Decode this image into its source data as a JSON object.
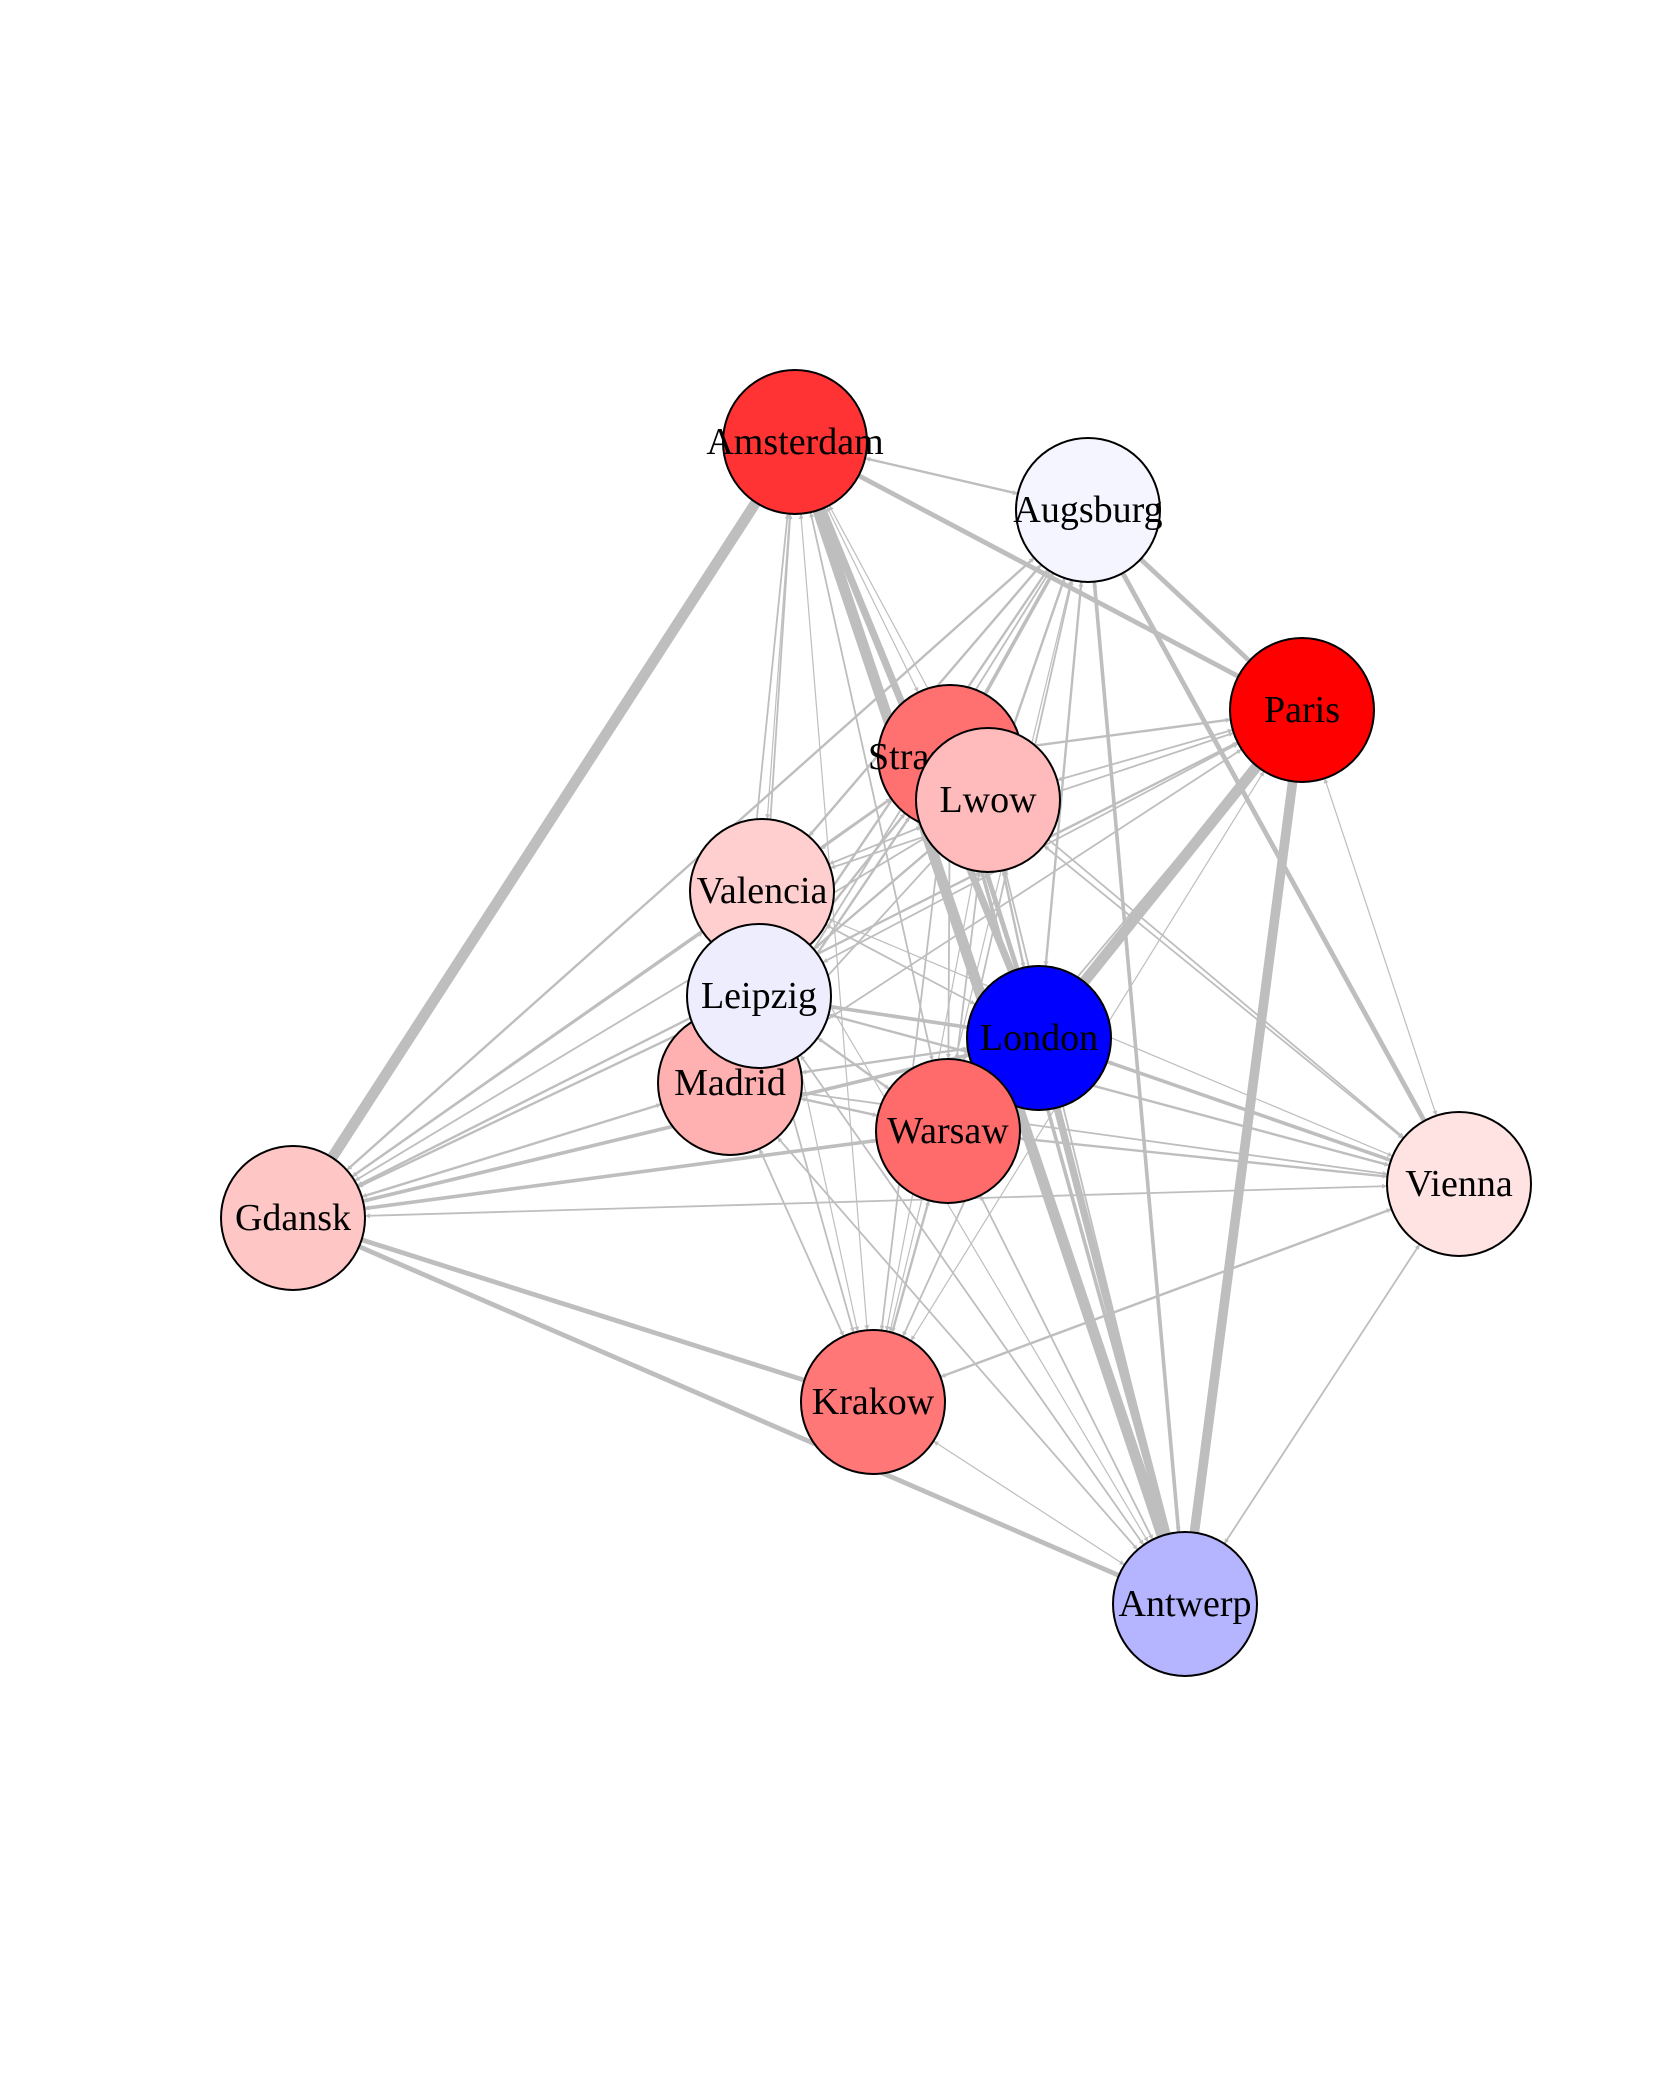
{
  "edge_color": "#bebebe",
  "nodes": [
    {
      "id": "amsterdam",
      "label": "Amsterdam",
      "color": "#ff3333"
    },
    {
      "id": "augsburg",
      "label": "Augsburg",
      "color": "#f5f5ff"
    },
    {
      "id": "paris",
      "label": "Paris",
      "color": "#ff0000"
    },
    {
      "id": "strasbourg",
      "label": "Strasbourg",
      "color": "#ff7070"
    },
    {
      "id": "lwow",
      "label": "Lwow",
      "color": "#ffbbbb"
    },
    {
      "id": "valencia",
      "label": "Valencia",
      "color": "#ffcfcf"
    },
    {
      "id": "madrid",
      "label": "Madrid",
      "color": "#ffb0b0"
    },
    {
      "id": "leipzig",
      "label": "Leipzig",
      "color": "#ededfd"
    },
    {
      "id": "london",
      "label": "London",
      "color": "#0000ff"
    },
    {
      "id": "warsaw",
      "label": "Warsaw",
      "color": "#ff6b6b"
    },
    {
      "id": "gdansk",
      "label": "Gdansk",
      "color": "#ffc6c6"
    },
    {
      "id": "vienna",
      "label": "Vienna",
      "color": "#ffe2e2"
    },
    {
      "id": "krakow",
      "label": "Krakow",
      "color": "#ff7777"
    },
    {
      "id": "antwerp",
      "label": "Antwerp",
      "color": "#b5b5ff"
    }
  ],
  "edges": [
    {
      "from": "gdansk",
      "to": "amsterdam",
      "weight": 9
    },
    {
      "from": "london",
      "to": "paris",
      "weight": 9
    },
    {
      "from": "amsterdam",
      "to": "antwerp",
      "weight": 9
    },
    {
      "from": "paris",
      "to": "antwerp",
      "weight": 8
    },
    {
      "from": "amsterdam",
      "to": "london",
      "weight": 6
    },
    {
      "from": "augsburg",
      "to": "paris",
      "weight": 4
    },
    {
      "from": "amsterdam",
      "to": "paris",
      "weight": 4
    },
    {
      "from": "augsburg",
      "to": "antwerp",
      "weight": 3
    },
    {
      "from": "augsburg",
      "to": "vienna",
      "weight": 4
    },
    {
      "from": "amsterdam",
      "to": "augsburg",
      "weight": 2
    },
    {
      "from": "augsburg",
      "to": "strasbourg",
      "weight": 3
    },
    {
      "from": "augsburg",
      "to": "lwow",
      "weight": 2
    },
    {
      "from": "augsburg",
      "to": "valencia",
      "weight": 2
    },
    {
      "from": "augsburg",
      "to": "leipzig",
      "weight": 2
    },
    {
      "from": "augsburg",
      "to": "madrid",
      "weight": 1.5
    },
    {
      "from": "augsburg",
      "to": "london",
      "weight": 2
    },
    {
      "from": "augsburg",
      "to": "warsaw",
      "weight": 1.5
    },
    {
      "from": "augsburg",
      "to": "gdansk",
      "weight": 2
    },
    {
      "from": "augsburg",
      "to": "krakow",
      "weight": 1
    },
    {
      "from": "amsterdam",
      "to": "strasbourg",
      "weight": 1
    },
    {
      "from": "amsterdam",
      "to": "valencia",
      "weight": 1
    },
    {
      "from": "amsterdam",
      "to": "leipzig",
      "weight": 1.5
    },
    {
      "from": "amsterdam",
      "to": "madrid",
      "weight": 1.5
    },
    {
      "from": "amsterdam",
      "to": "warsaw",
      "weight": 1.5
    },
    {
      "from": "amsterdam",
      "to": "krakow",
      "weight": 1
    },
    {
      "from": "amsterdam",
      "to": "lwow",
      "weight": 1
    },
    {
      "from": "paris",
      "to": "strasbourg",
      "weight": 2
    },
    {
      "from": "paris",
      "to": "lwow",
      "weight": 1.5
    },
    {
      "from": "paris",
      "to": "valencia",
      "weight": 1.5
    },
    {
      "from": "paris",
      "to": "leipzig",
      "weight": 1.5
    },
    {
      "from": "paris",
      "to": "madrid",
      "weight": 1.5
    },
    {
      "from": "paris",
      "to": "warsaw",
      "weight": 1.5
    },
    {
      "from": "paris",
      "to": "gdansk",
      "weight": 2
    },
    {
      "from": "paris",
      "to": "vienna",
      "weight": 1
    },
    {
      "from": "paris",
      "to": "krakow",
      "weight": 1
    },
    {
      "from": "strasbourg",
      "to": "london",
      "weight": 4
    },
    {
      "from": "strasbourg",
      "to": "antwerp",
      "weight": 3
    },
    {
      "from": "strasbourg",
      "to": "leipzig",
      "weight": 2
    },
    {
      "from": "strasbourg",
      "to": "madrid",
      "weight": 2
    },
    {
      "from": "strasbourg",
      "to": "gdansk",
      "weight": 2
    },
    {
      "from": "strasbourg",
      "to": "vienna",
      "weight": 1.5
    },
    {
      "from": "strasbourg",
      "to": "krakow",
      "weight": 1.5
    },
    {
      "from": "strasbourg",
      "to": "warsaw",
      "weight": 1.5
    },
    {
      "from": "strasbourg",
      "to": "valencia",
      "weight": 1.5
    },
    {
      "from": "lwow",
      "to": "london",
      "weight": 2
    },
    {
      "from": "lwow",
      "to": "leipzig",
      "weight": 2
    },
    {
      "from": "lwow",
      "to": "madrid",
      "weight": 1.5
    },
    {
      "from": "lwow",
      "to": "vienna",
      "weight": 1.5
    },
    {
      "from": "lwow",
      "to": "krakow",
      "weight": 1
    },
    {
      "from": "lwow",
      "to": "antwerp",
      "weight": 1.5
    },
    {
      "from": "lwow",
      "to": "gdansk",
      "weight": 1.5
    },
    {
      "from": "lwow",
      "to": "valencia",
      "weight": 1.5
    },
    {
      "from": "lwow",
      "to": "warsaw",
      "weight": 1.5
    },
    {
      "from": "valencia",
      "to": "gdansk",
      "weight": 1.5
    },
    {
      "from": "valencia",
      "to": "krakow",
      "weight": 1
    },
    {
      "from": "valencia",
      "to": "london",
      "weight": 1.5
    },
    {
      "from": "valencia",
      "to": "antwerp",
      "weight": 1
    },
    {
      "from": "valencia",
      "to": "vienna",
      "weight": 1
    },
    {
      "from": "leipzig",
      "to": "london",
      "weight": 3
    },
    {
      "from": "leipzig",
      "to": "gdansk",
      "weight": 2
    },
    {
      "from": "leipzig",
      "to": "krakow",
      "weight": 1.5
    },
    {
      "from": "leipzig",
      "to": "vienna",
      "weight": 2
    },
    {
      "from": "leipzig",
      "to": "warsaw",
      "weight": 2
    },
    {
      "from": "leipzig",
      "to": "antwerp",
      "weight": 1.5
    },
    {
      "from": "madrid",
      "to": "gdansk",
      "weight": 2
    },
    {
      "from": "madrid",
      "to": "london",
      "weight": 2
    },
    {
      "from": "madrid",
      "to": "krakow",
      "weight": 1.5
    },
    {
      "from": "madrid",
      "to": "vienna",
      "weight": 1.5
    },
    {
      "from": "madrid",
      "to": "warsaw",
      "weight": 2
    },
    {
      "from": "madrid",
      "to": "antwerp",
      "weight": 1.5
    },
    {
      "from": "london",
      "to": "gdansk",
      "weight": 3
    },
    {
      "from": "london",
      "to": "vienna",
      "weight": 3
    },
    {
      "from": "london",
      "to": "antwerp",
      "weight": 6
    },
    {
      "from": "london",
      "to": "krakow",
      "weight": 1.5
    },
    {
      "from": "london",
      "to": "warsaw",
      "weight": 2
    },
    {
      "from": "warsaw",
      "to": "gdansk",
      "weight": 3
    },
    {
      "from": "warsaw",
      "to": "vienna",
      "weight": 2
    },
    {
      "from": "warsaw",
      "to": "krakow",
      "weight": 2
    },
    {
      "from": "warsaw",
      "to": "antwerp",
      "weight": 1.5
    },
    {
      "from": "gdansk",
      "to": "vienna",
      "weight": 1.5
    },
    {
      "from": "gdansk",
      "to": "krakow",
      "weight": 4
    },
    {
      "from": "gdansk",
      "to": "antwerp",
      "weight": 4
    },
    {
      "from": "krakow",
      "to": "vienna",
      "weight": 2
    },
    {
      "from": "krakow",
      "to": "antwerp",
      "weight": 1
    },
    {
      "from": "vienna",
      "to": "antwerp",
      "weight": 1.5
    }
  ]
}
